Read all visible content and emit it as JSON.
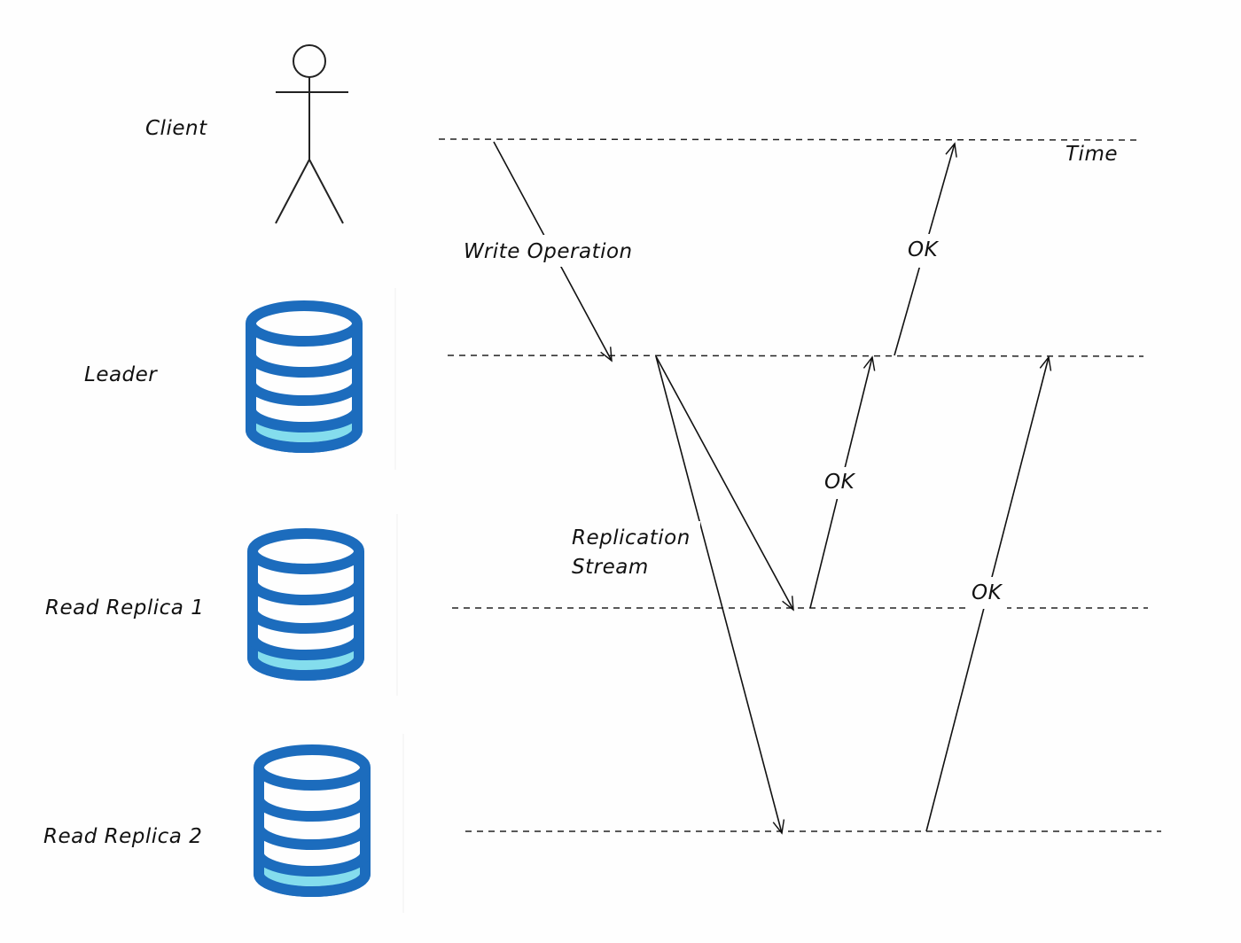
{
  "actors": {
    "client": "Client",
    "leader": "Leader",
    "replica1": "Read Replica 1",
    "replica2": "Read Replica 2"
  },
  "axis": {
    "time_label": "Time"
  },
  "messages": {
    "write": "Write Operation",
    "replication_line1": "Replication",
    "replication_line2": "Stream",
    "ok_leader_to_client": "OK",
    "ok_replica1_to_leader": "OK",
    "ok_replica2_to_leader": "OK"
  },
  "colors": {
    "db_outline": "#1c6cbd",
    "db_fill": "#84dded"
  },
  "icons": {
    "client": "stick-figure-icon",
    "database": "database-icon"
  }
}
